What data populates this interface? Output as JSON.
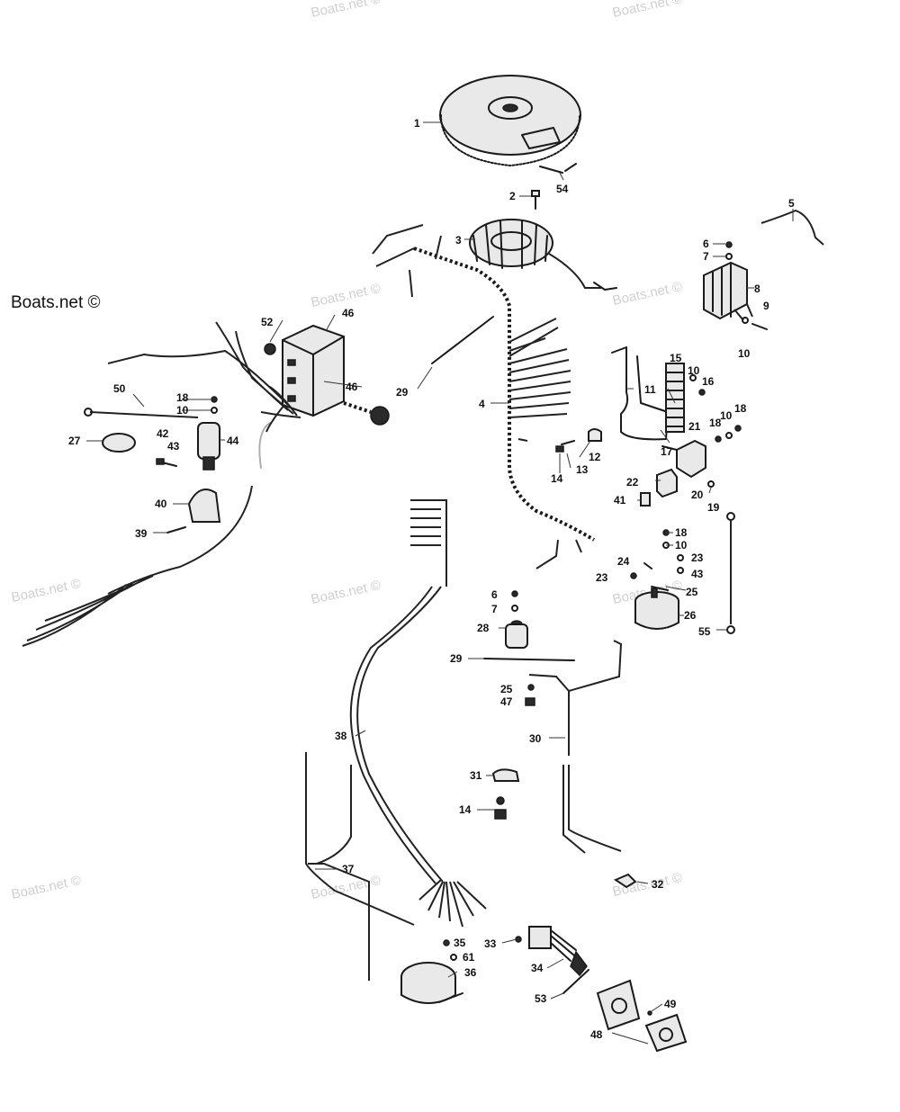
{
  "brand_mark": "Boats.net ©",
  "watermark": "Boats.net ©",
  "callouts": {
    "c1": "1",
    "c2": "2",
    "c3": "3",
    "c4": "4",
    "c5": "5",
    "c6a": "6",
    "c7a": "7",
    "c8": "8",
    "c9": "9",
    "c10a": "10",
    "c10b": "10",
    "c10c": "10",
    "c10d": "10",
    "c10e": "10",
    "c11": "11",
    "c12": "12",
    "c13": "13",
    "c14a": "14",
    "c14b": "14",
    "c15": "15",
    "c16": "16",
    "c17": "17",
    "c18a": "18",
    "c18b": "18",
    "c18c": "18",
    "c18d": "18",
    "c19": "19",
    "c20": "20",
    "c21": "21",
    "c22": "22",
    "c23a": "23",
    "c23b": "23",
    "c24": "24",
    "c25a": "25",
    "c25b": "25",
    "c26": "26",
    "c27": "27",
    "c28": "28",
    "c29a": "29",
    "c29b": "29",
    "c30": "30",
    "c31": "31",
    "c32": "32",
    "c33": "33",
    "c34": "34",
    "c35": "35",
    "c36": "36",
    "c37": "37",
    "c38": "38",
    "c39": "39",
    "c40": "40",
    "c41": "41",
    "c42": "42",
    "c43a": "43",
    "c43b": "43",
    "c44": "44",
    "c46a": "46",
    "c46b": "46",
    "c47": "47",
    "c48": "48",
    "c49": "49",
    "c50": "50",
    "c52": "52",
    "c53": "53",
    "c54": "54",
    "c55": "55",
    "c61": "61",
    "c6b": "6",
    "c7b": "7"
  }
}
